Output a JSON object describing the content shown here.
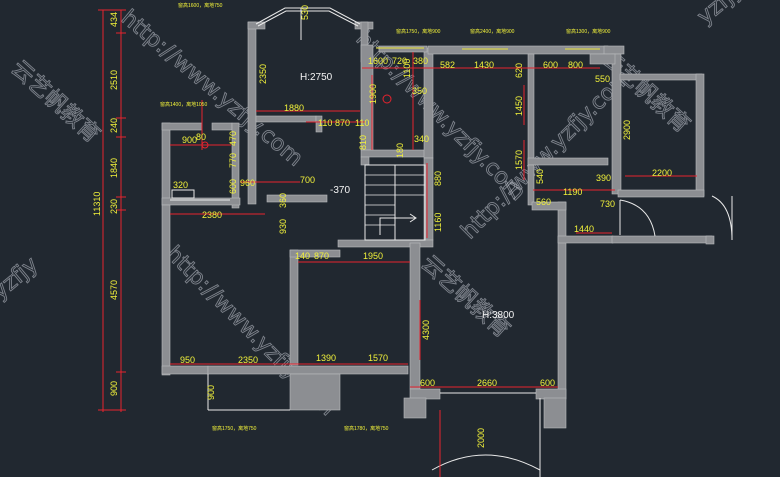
{
  "room_heights": {
    "upper": "H:2750",
    "lower": "H:3800",
    "level": "-370"
  },
  "window_notes": {
    "n1": "窗高1600，离地750",
    "n2": "窗高1400，离地1050",
    "n3": "窗高1750，离地900",
    "n4": "窗高2400，离地900",
    "n5": "窗高1300，离地900",
    "n6": "窗高1750，离地750",
    "n7": "窗高1780，离地750"
  },
  "left_dims": [
    "434",
    "2510",
    "240",
    "1840",
    "230",
    "11310",
    "4570",
    "900"
  ],
  "dims": {
    "d530": "530",
    "d1600": "1600",
    "d720": "720",
    "d380": "380",
    "d582": "582",
    "d1430": "1430",
    "d620": "620",
    "d600a": "600",
    "d800": "800",
    "d550": "550",
    "d350": "350",
    "d1100": "1100",
    "d2350": "2350",
    "d1880": "1880",
    "d1900": "1900",
    "d110a": "110",
    "d870a": "870",
    "d110b": "110",
    "d1450": "1450",
    "d2900": "2900",
    "d900": "900",
    "d80": "80",
    "d470": "470",
    "d770": "770",
    "d340": "340",
    "d810": "810",
    "d180": "180",
    "d1570a": "1570",
    "d540": "540",
    "d1190": "1190",
    "d390": "390",
    "d2200": "2200",
    "d320": "320",
    "d600b": "600",
    "d960": "960",
    "d700": "700",
    "d880": "880",
    "d560": "560",
    "d730": "730",
    "d360": "360",
    "d2380": "2380",
    "d930": "930",
    "d1160": "1160",
    "d1440": "1440",
    "d140": "140",
    "d870b": "870",
    "d1950": "1950",
    "d4300": "4300",
    "d950": "950",
    "d2350b": "2350",
    "d1390": "1390",
    "d1570b": "1570",
    "d600c": "600",
    "d2660": "2660",
    "d600d": "600",
    "d900b": "900",
    "d2000": "2000"
  },
  "watermark": {
    "url": "http://www.yzfjy.com",
    "brand": "云艺帆教育",
    "url_short": "yzfjy"
  },
  "colors": {
    "background": "#212830",
    "wall": "#8c8e92",
    "dimension_text": "#f2f23a",
    "dimension_line": "#e8232e",
    "label": "#f4f4f4"
  }
}
